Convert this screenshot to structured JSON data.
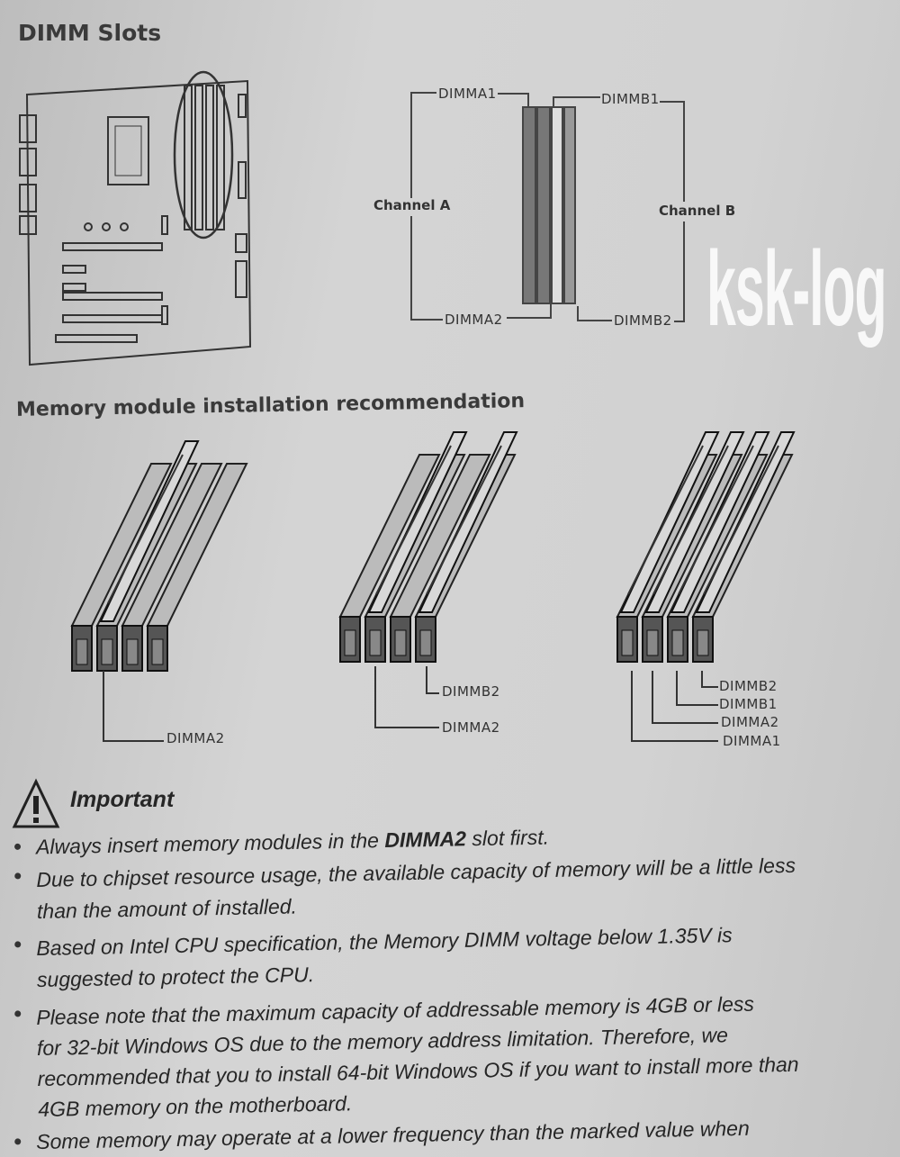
{
  "headings": {
    "dimm_slots": "DIMM Slots",
    "recommendation": "Memory module installation recommendation",
    "important": "Important"
  },
  "slot_diagram": {
    "dimma1": "DIMMA1",
    "dimma2": "DIMMA2",
    "dimmb1": "DIMMB1",
    "dimmb2": "DIMMB2",
    "channel_a": "Channel A",
    "channel_b": "Channel B"
  },
  "recommend": {
    "one": [
      "DIMMA2"
    ],
    "two": [
      "DIMMB2",
      "DIMMA2"
    ],
    "four": [
      "DIMMB2",
      "DIMMB1",
      "DIMMA2",
      "DIMMA1"
    ]
  },
  "bullets": {
    "b1": {
      "pre": "Always insert memory modules in the ",
      "bold": "DIMMA2",
      "post": " slot first."
    },
    "b2": [
      "Due to chipset resource usage, the available capacity of memory will be a little less",
      "than the amount of installed."
    ],
    "b3": [
      "Based on Intel CPU specification, the Memory DIMM voltage below 1.35V is",
      "suggested to protect the CPU."
    ],
    "b4": [
      "Please note that the maximum capacity of addressable memory is 4GB or less",
      "for 32-bit Windows OS due to the memory address limitation. Therefore, we",
      "recommended that you to install 64-bit Windows OS if you want to install more than",
      "4GB memory on the motherboard."
    ],
    "b5": [
      "Some memory may operate at a lower frequency than the marked value when"
    ]
  },
  "watermark": "ksk-log"
}
